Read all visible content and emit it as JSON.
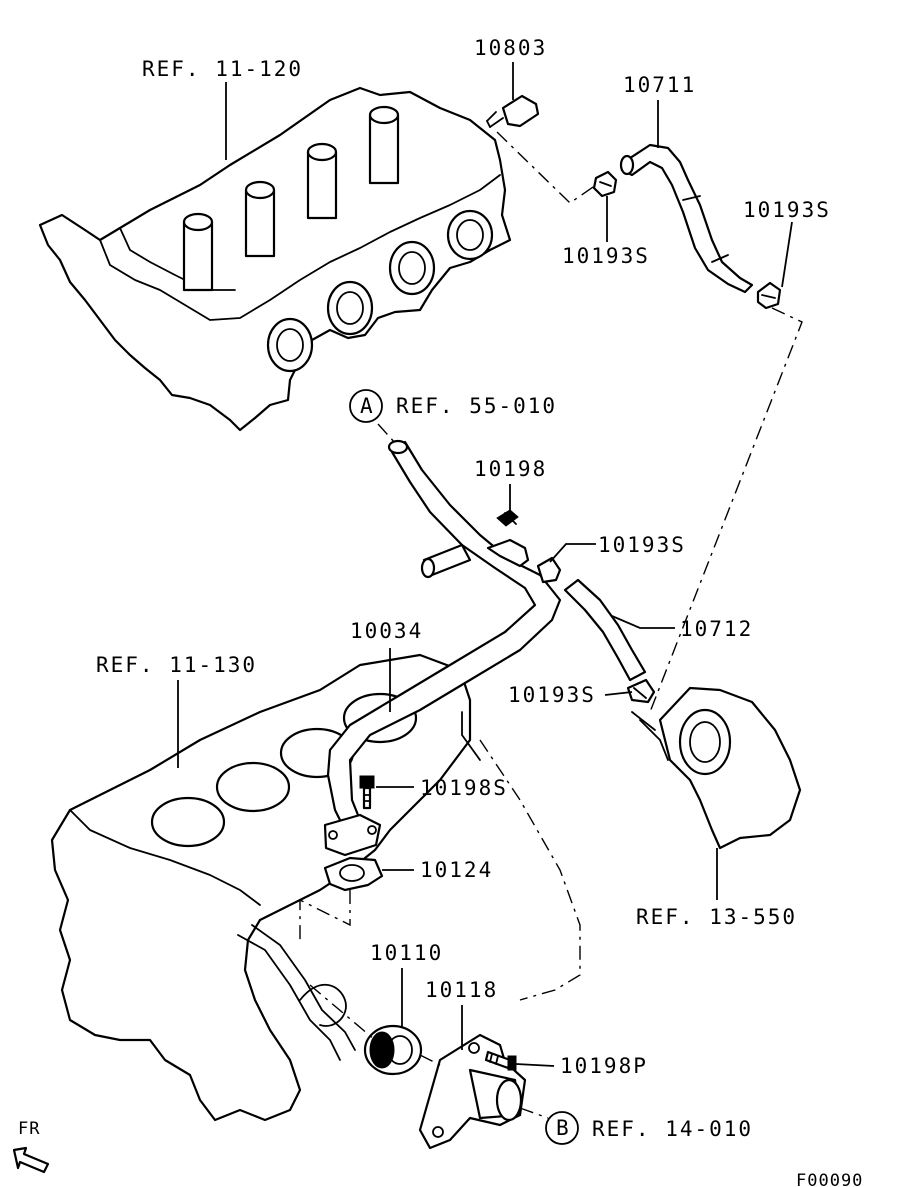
{
  "callouts": {
    "ref_11_120": "REF. 11-120",
    "part_10803": "10803",
    "part_10711": "10711",
    "part_10193s_a": "10193S",
    "part_10193s_b": "10193S",
    "ref_55_010": "REF. 55-010",
    "circle_a": "A",
    "part_10198": "10198",
    "part_10193s_c": "10193S",
    "part_10034": "10034",
    "part_10712": "10712",
    "ref_11_130": "REF. 11-130",
    "part_10193s_d": "10193S",
    "part_10198s": "10198S",
    "part_10124": "10124",
    "ref_13_550": "REF. 13-550",
    "part_10110": "10110",
    "part_10118": "10118",
    "part_10198p": "10198P",
    "circle_b": "B",
    "ref_14_010": "REF. 14-010",
    "fr": "FR",
    "figure_code": "F00090"
  }
}
